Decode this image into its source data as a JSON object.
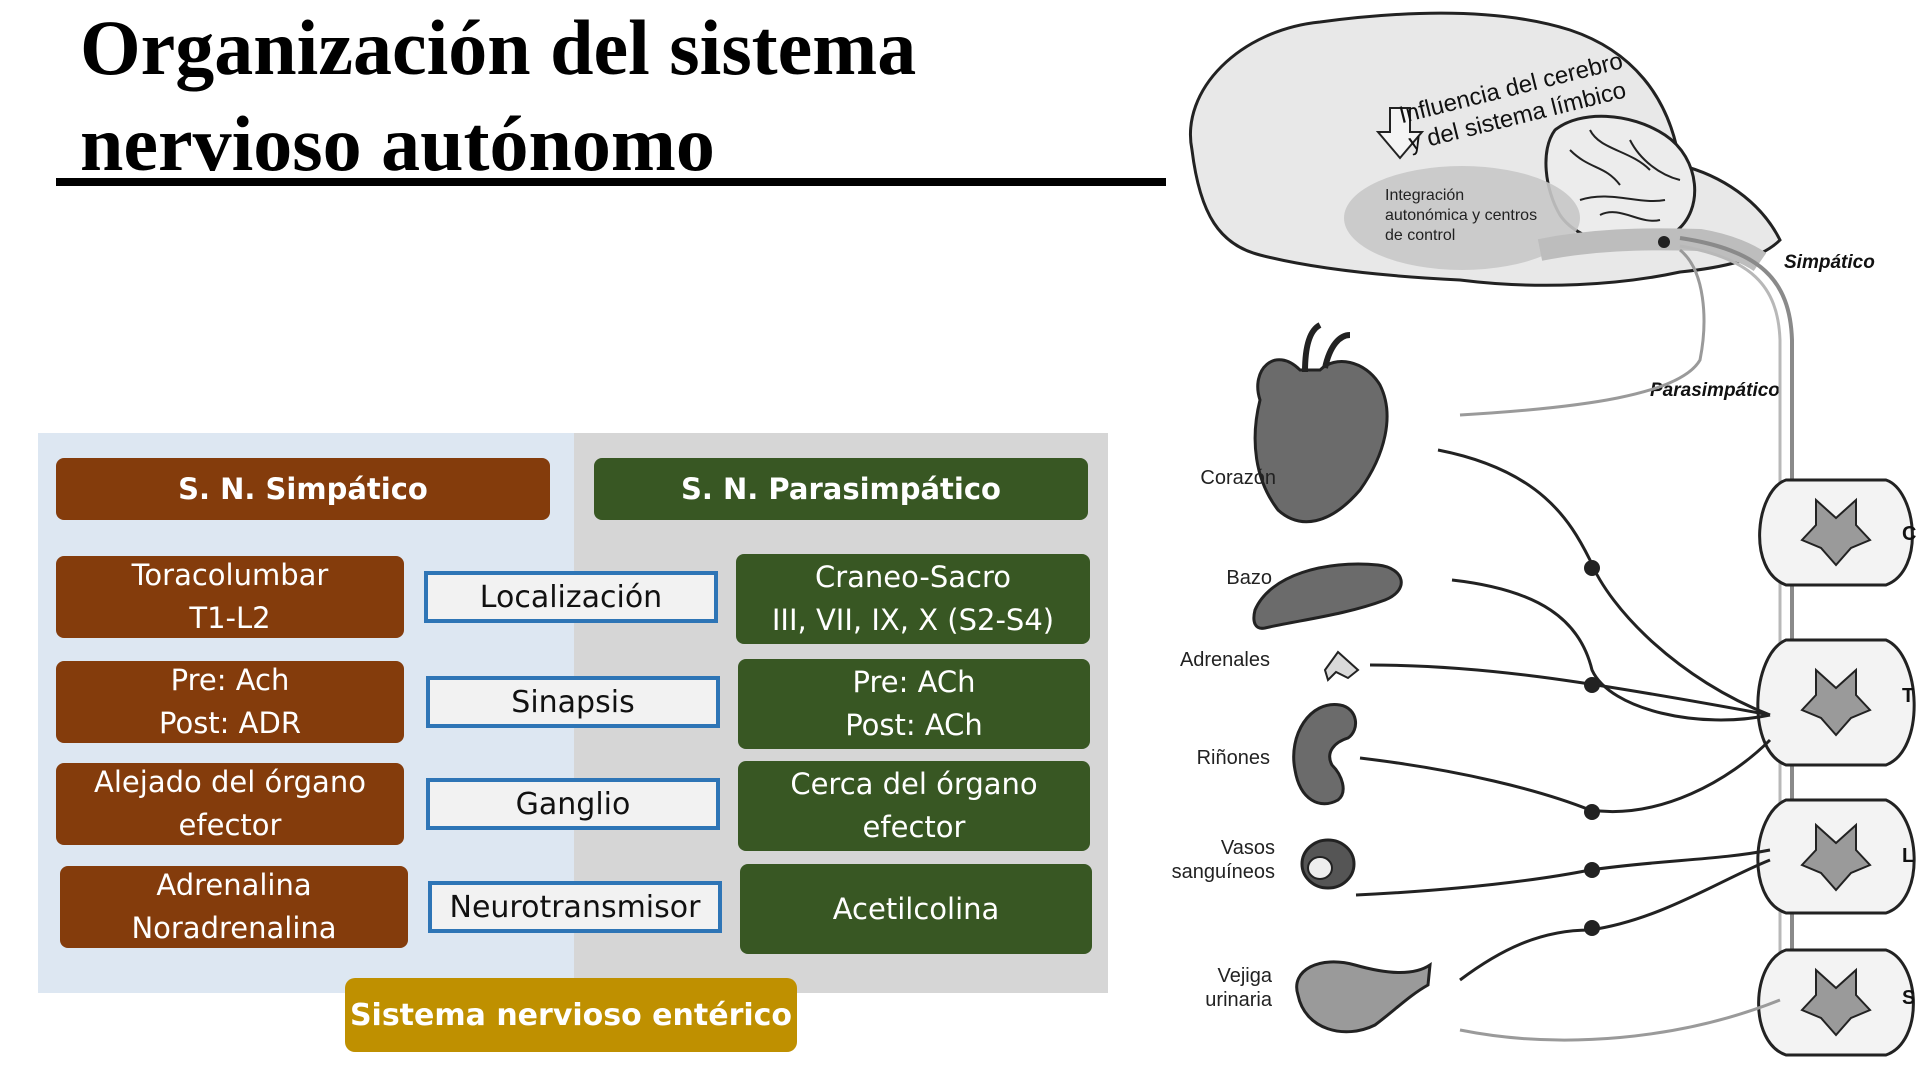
{
  "title": "Organización del sistema nervioso autónomo",
  "headers": {
    "sympathetic": "S. N. Simpático",
    "parasympathetic": "S. N. Parasimpático"
  },
  "rows": [
    {
      "sympathetic": "Toracolumbar\nT1-L2",
      "criterion": "Localización",
      "parasympathetic": "Craneo-Sacro\nIII, VII, IX, X (S2-S4)"
    },
    {
      "sympathetic": "Pre: Ach\nPost: ADR",
      "criterion": "Sinapsis",
      "parasympathetic": "Pre: ACh\nPost: ACh"
    },
    {
      "sympathetic": "Alejado del órgano\nefector",
      "criterion": "Ganglio",
      "parasympathetic": "Cerca del órgano\nefector"
    },
    {
      "sympathetic": "Adrenalina\nNoradrenalina",
      "criterion": "Neurotransmisor",
      "parasympathetic": "Acetilcolina"
    }
  ],
  "enteric": "Sistema nervioso entérico",
  "diagram": {
    "brain_text_line1": "Influencia del cerebro",
    "brain_text_line2": "y del sistema límbico",
    "integration_line1": "Integración",
    "integration_line2": "autonómica y centros",
    "integration_line3": "de control",
    "sympathetic_label": "Simpático",
    "parasympathetic_label": "Parasimpático",
    "organs": {
      "heart": "Corazón",
      "spleen": "Bazo",
      "adrenals": "Adrenales",
      "kidneys": "Riñones",
      "vessels_line1": "Vasos",
      "vessels_line2": "sanguíneos",
      "bladder_line1": "Vejiga",
      "bladder_line2": "urinaria"
    },
    "spinal_levels": [
      "C",
      "T",
      "L",
      "S"
    ]
  },
  "colors": {
    "sympathetic": "#843c0c",
    "parasympathetic": "#385723",
    "criterion_border": "#2e75b6",
    "enteric": "#bf9000"
  }
}
